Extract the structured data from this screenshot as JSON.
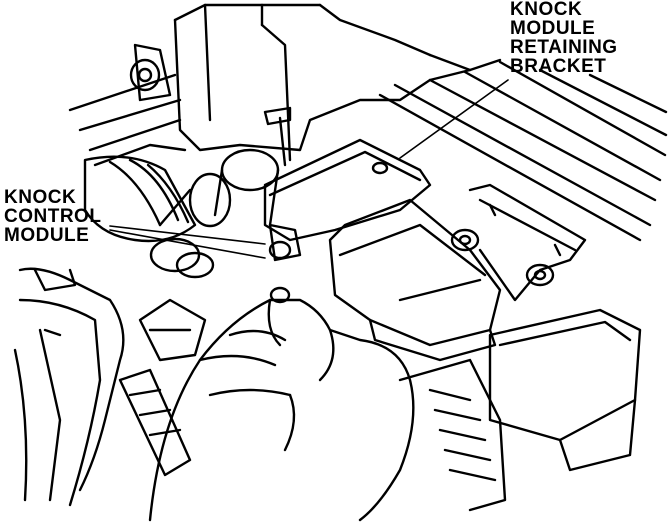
{
  "labels": {
    "bracket": [
      "KNOCK",
      "MODULE",
      "RETAINING",
      "BRACKET"
    ],
    "knock_control_module": [
      "KNOCK",
      "CONTROL",
      "MODULE"
    ]
  },
  "colors": {
    "ink": "#000000",
    "paper": "#ffffff"
  }
}
